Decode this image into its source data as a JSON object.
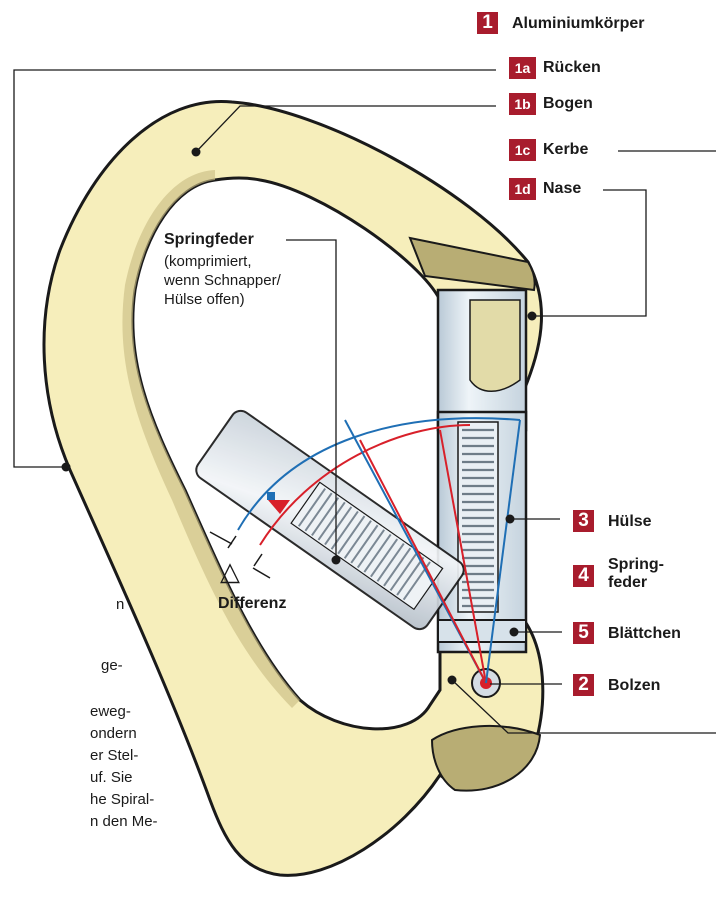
{
  "labels": {
    "l1": {
      "num": "1",
      "text": "Aluminiumkörper"
    },
    "l1a": {
      "num": "1a",
      "text": "Rücken"
    },
    "l1b": {
      "num": "1b",
      "text": "Bogen"
    },
    "l1c": {
      "num": "1c",
      "text": "Kerbe"
    },
    "l1d": {
      "num": "1d",
      "text": "Nase"
    },
    "l3": {
      "num": "3",
      "text": "Hülse"
    },
    "l4": {
      "num": "4",
      "text_line1": "Spring-",
      "text_line2": "feder"
    },
    "l5": {
      "num": "5",
      "text": "Blättchen"
    },
    "l2": {
      "num": "2",
      "text": "Bolzen"
    }
  },
  "springfeder": {
    "title": "Springfeder",
    "line1": "(komprimiert,",
    "line2": "wenn Schnapper/",
    "line3": "Hülse offen)"
  },
  "differenz": {
    "symbol": "△",
    "label": "Differenz"
  },
  "side_text": [
    "n",
    "ge-",
    "eweg-",
    "ondern",
    "er Stel-",
    "uf. Sie",
    "he Spiral-",
    "n den Me-"
  ],
  "colors": {
    "accent": "#a81c2d",
    "body_fill": "#f6eebb",
    "body_shadow": "#cbbf86",
    "sleeve": "#dde8f0",
    "arc_blue": "#1f6fb5",
    "arc_red": "#d8202a"
  }
}
